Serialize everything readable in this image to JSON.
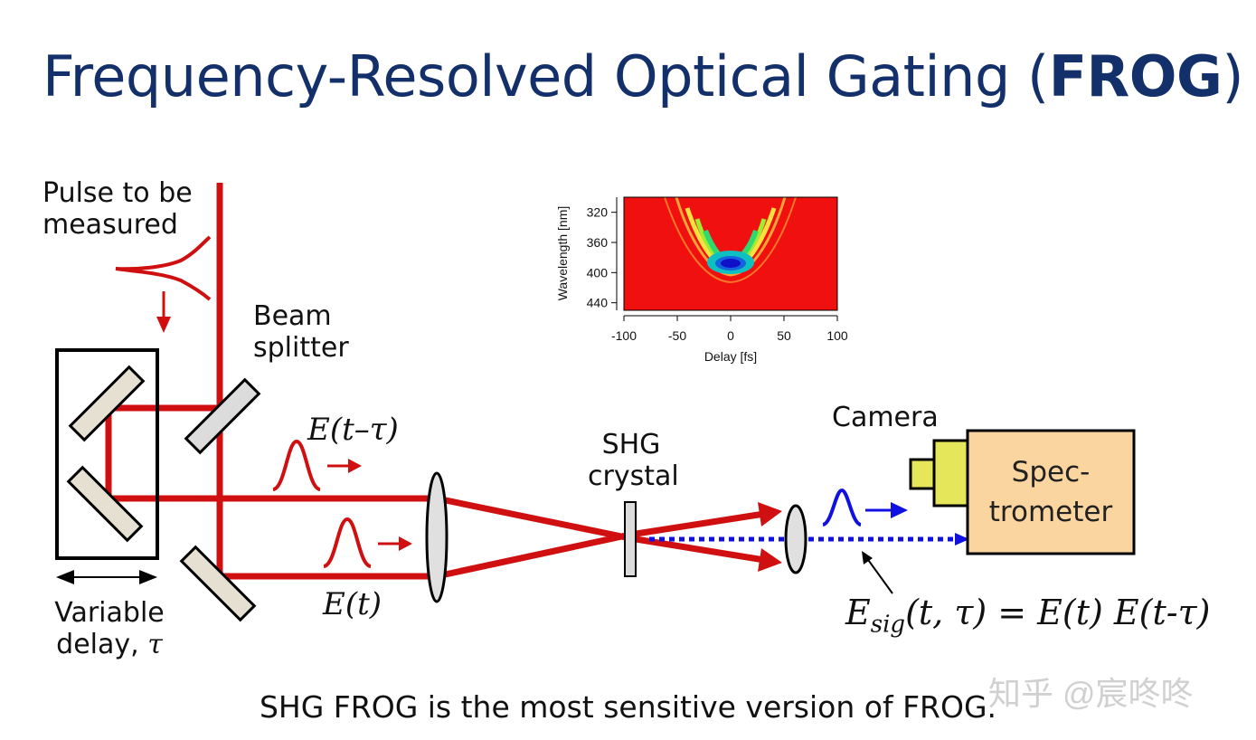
{
  "title": {
    "main": "Frequency-Resolved Optical Gating (",
    "bold": "FROG",
    "end": ")"
  },
  "labels": {
    "pulse": [
      "Pulse to be",
      "measured"
    ],
    "beam_splitter": [
      "Beam",
      "splitter"
    ],
    "variable_delay": [
      "Variable",
      "delay, "
    ],
    "tau": "τ",
    "shg_crystal": [
      "SHG",
      "crystal"
    ],
    "camera": "Camera",
    "spectrometer": [
      "Spec-",
      "trometer"
    ]
  },
  "equations": {
    "delayed_field": "E(t–τ)",
    "field": "E(t)",
    "signal": "E",
    "signal_sub": "sig",
    "signal_rest": "(t, τ) = E(t) E(t-τ)"
  },
  "caption": "SHG FROG is the most sensitive version of FROG.",
  "watermark": "知乎 @宸咚咚",
  "colors": {
    "beam": "#d01010",
    "signal": "#1010e0",
    "title": "#13306a",
    "spectrometer": "#fbd5a0",
    "camera": "#e0e060"
  },
  "inset": {
    "xlabel": "Delay [fs]",
    "ylabel": "Wavelength [nm]",
    "x_ticks": [
      "-100",
      "-50",
      "0",
      "50",
      "100"
    ],
    "y_ticks": [
      "320",
      "360",
      "400",
      "440"
    ]
  },
  "chart_data": {
    "type": "heatmap",
    "xlabel": "Delay [fs]",
    "ylabel": "Wavelength [nm]",
    "xlim": [
      -100,
      100
    ],
    "ylim": [
      300,
      450
    ],
    "x_ticks": [
      -100,
      -50,
      0,
      50,
      100
    ],
    "y_ticks": [
      320,
      360,
      400,
      440
    ],
    "y_inverted": true,
    "trace": {
      "center_delay": 0,
      "center_wavelength": 390,
      "description_color_scale": "red background, blue/green maximum"
    }
  }
}
